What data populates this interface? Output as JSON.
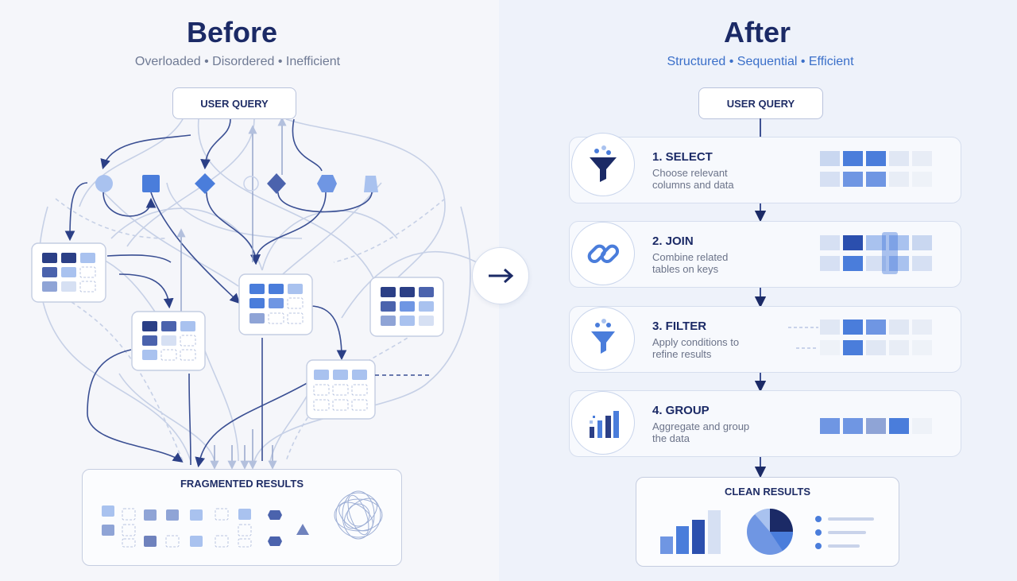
{
  "before": {
    "title": "Before",
    "subtitle": "Overloaded • Disordered • Inefficient",
    "query_label": "USER QUERY",
    "results_label": "FRAGMENTED RESULTS"
  },
  "after": {
    "title": "After",
    "subtitle": "Structured • Sequential • Efficient",
    "query_label": "USER QUERY",
    "results_label": "CLEAN RESULTS",
    "steps": [
      {
        "title": "1. SELECT",
        "desc_line1": "Choose relevant",
        "desc_line2": "columns and data",
        "icon": "funnel-icon"
      },
      {
        "title": "2. JOIN",
        "desc_line1": "Combine related",
        "desc_line2": "tables on keys",
        "icon": "link-icon"
      },
      {
        "title": "3. FILTER",
        "desc_line1": "Apply conditions to",
        "desc_line2": "refine results",
        "icon": "funnel-icon"
      },
      {
        "title": "4. GROUP",
        "desc_line1": "Aggregate and group",
        "desc_line2": "the data",
        "icon": "bar-chart-icon"
      }
    ]
  },
  "colors": {
    "navy": "#1b2a66",
    "accent": "#4a7ddb",
    "light_blue": "#a9c2ef",
    "pale": "#d9e4f6",
    "subtitle_left": "#6f7a94",
    "subtitle_right": "#3a6fc9"
  }
}
